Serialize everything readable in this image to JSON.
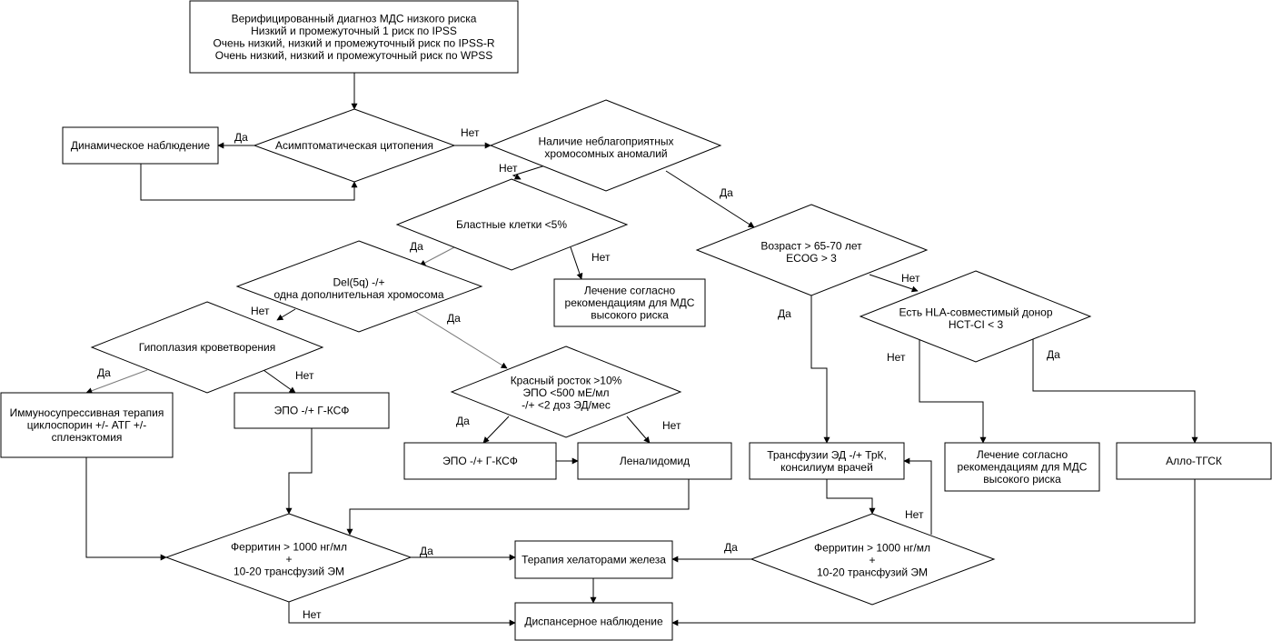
{
  "nodes": {
    "verified_dx": [
      "Верифицированный диагноз МДС низкого риска",
      "Низкий и промежуточный 1 риск по IPSS",
      "Очень низкий, низкий и промежуточный риск по IPSS-R",
      "Очень низкий, низкий и промежуточный риск по WPSS"
    ],
    "asymptomatic": [
      "Асимптоматическая цитопения"
    ],
    "dynamic_obs": [
      "Динамическое наблюдение"
    ],
    "unfavorable_chrom": [
      "Наличие неблагоприятных",
      "хромосомных аномалий"
    ],
    "blasts": [
      "Бластные клетки <5%"
    ],
    "treat_high_risk_1": [
      "Лечение согласно",
      "рекомендациям для МДС",
      "высокого риска"
    ],
    "age_ecog": [
      "Возраст > 65-70 лет",
      "ECOG > 3"
    ],
    "del5q": [
      "Del(5q) -/+",
      "одна дополнительная  хромосома"
    ],
    "hla_donor": [
      "Есть HLA-совместимый донор",
      "HCT-CI < 3"
    ],
    "hypoplasia": [
      "Гипоплазия кроветворения"
    ],
    "red_sprout": [
      "Красный росток >10%",
      "ЭПО <500 мЕ/мл",
      "-/+ <2 доз ЭД/мес"
    ],
    "immunosupp": [
      "Иммуносупрессивная терапия",
      "циклоспорин +/- АТГ +/-",
      "спленэктомия"
    ],
    "epo_gcsf_1": [
      "ЭПО -/+ Г-КСФ"
    ],
    "epo_gcsf_2": [
      "ЭПО -/+ Г-КСФ"
    ],
    "lenalidomide": [
      "Леналидомид"
    ],
    "transfusions": [
      "Трансфузии ЭД -/+ ТрК,",
      "консилиум врачей"
    ],
    "treat_high_risk_2": [
      "Лечение согласно",
      "рекомендациям для МДС",
      "высокого риска"
    ],
    "allo_tgsk": [
      "Алло-ТГСК"
    ],
    "ferritin_left": [
      "Ферритин > 1000 нг/мл",
      "+",
      "10-20 трансфузий ЭМ"
    ],
    "ferritin_right": [
      "Ферритин > 1000 нг/мл",
      "+",
      "10-20 трансфузий ЭМ"
    ],
    "chelation": [
      "Терапия хелаторами железа"
    ],
    "dispensary": [
      "Диспансерное наблюдение"
    ]
  },
  "edge_labels": {
    "asym_yes": "Да",
    "asym_no": "Нет",
    "chrom_no": "Нет",
    "chrom_yes": "Да",
    "blasts_yes": "Да",
    "blasts_no": "Нет",
    "age_no": "Нет",
    "age_yes": "Да",
    "del5q_no": "Нет",
    "del5q_yes": "Да",
    "hla_no": "Нет",
    "hla_yes": "Да",
    "hypo_yes": "Да",
    "hypo_no": "Нет",
    "red_yes": "Да",
    "red_no": "Нет",
    "ferr_left_yes": "Да",
    "ferr_left_no": "Нет",
    "ferr_right_yes": "Да",
    "ferr_right_no": "Нет"
  }
}
